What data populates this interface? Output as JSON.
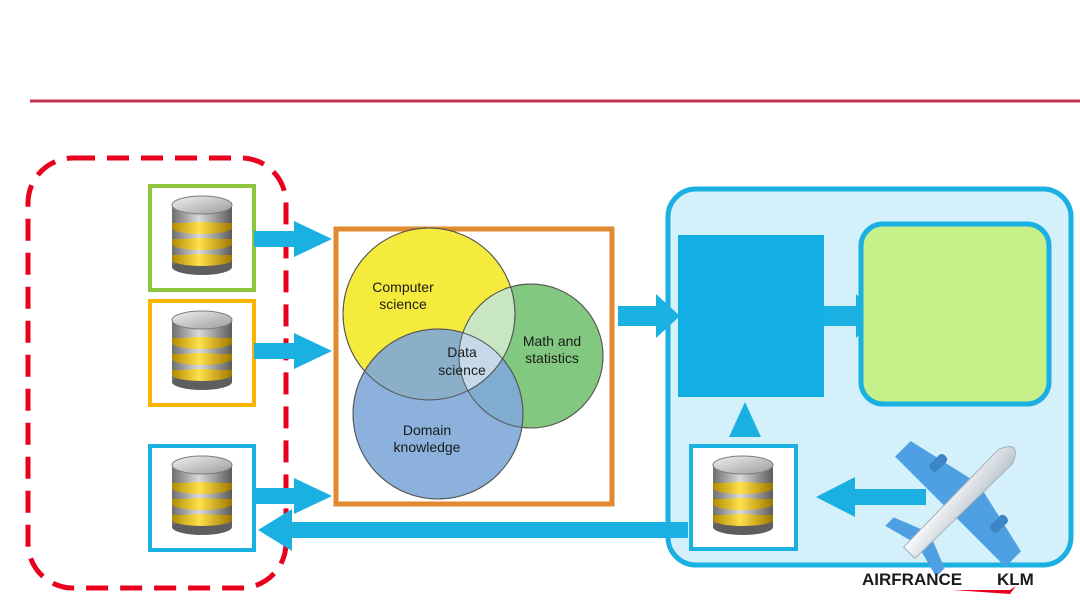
{
  "venn": {
    "cs_line1": "Computer",
    "cs_line2": "science",
    "math_line1": "Math and",
    "math_line2": "statistics",
    "ds_line1": "Data",
    "ds_line2": "science",
    "domain_line1": "Domain",
    "domain_line2": "knowledge"
  },
  "logo": {
    "part1": "AIRFRANCE",
    "part2": "KLM"
  },
  "colors": {
    "title_rule": "#c0344f",
    "sources_border": "#e8001c",
    "green_source": "#8cc63f",
    "orange_source": "#f7b500",
    "blue_accent": "#1ab0e2",
    "venn_frame": "#e0892e",
    "result_box": "#c8f08a",
    "environment_bg": "#d3f0fb"
  },
  "icons": [
    "database-icon",
    "airplane-icon",
    "arrow-right-icon",
    "arrow-left-icon",
    "arrow-up-icon"
  ]
}
